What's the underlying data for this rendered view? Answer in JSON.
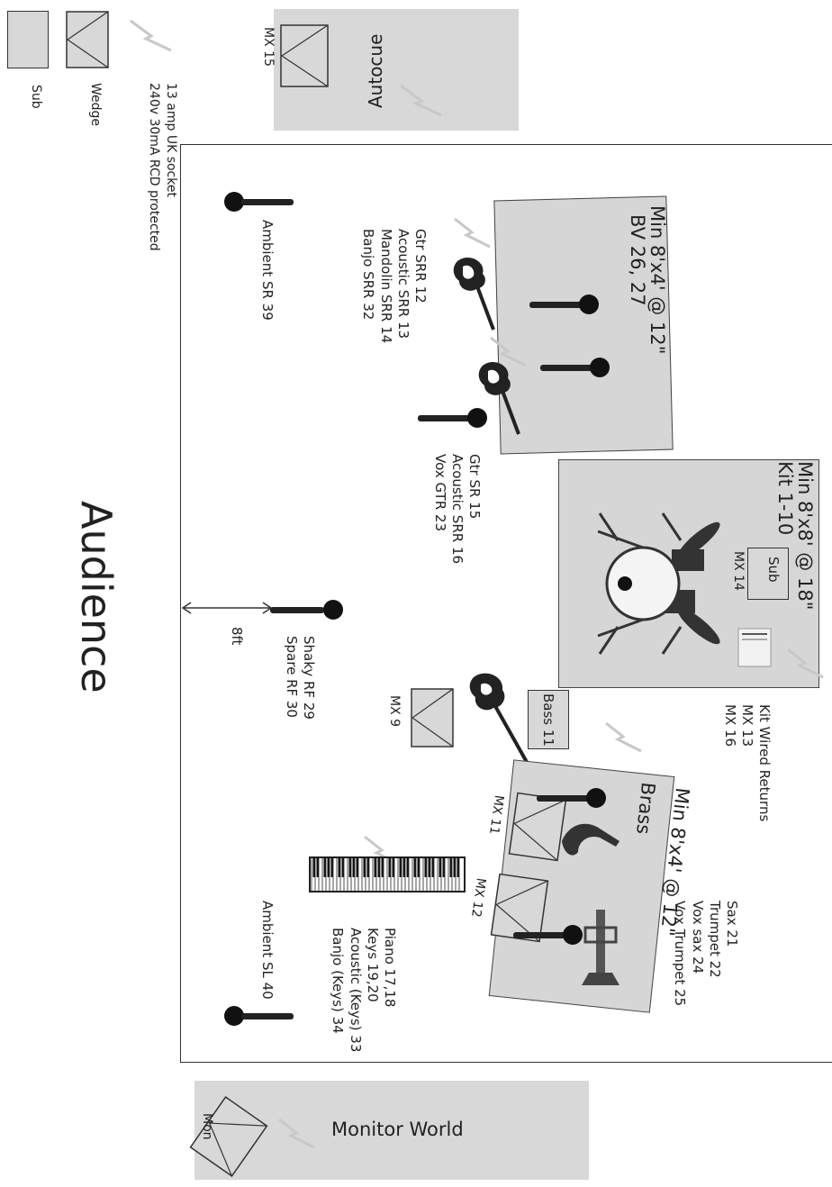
{
  "legend": {
    "sub_label": "Sub",
    "wedge_label": "Wedge",
    "power_line1": "13 amp UK socket",
    "power_line2": "240v 30mA RCD protected"
  },
  "autocue": {
    "title": "Autocue",
    "mx": "MX 15"
  },
  "audience": "Audience",
  "monitor_world": {
    "title": "Monitor World",
    "mon": "Mon"
  },
  "bv_riser": {
    "size": "Min 8'x4' @ 12\"",
    "label": "BV 26, 27"
  },
  "kit_riser": {
    "size": "Min 8'x8' @ 18\"",
    "label": "Kit 1-10",
    "sub": "Sub",
    "mx": "MX 14"
  },
  "brass_riser": {
    "size": "Min 8'x4' @ 12\"",
    "label": "Brass",
    "mx_left": "MX 11",
    "mx_right": "MX 12"
  },
  "labels": {
    "gtr_srr": "Gtr SRR 12\nAcoustic SRR 13\nMandolin SRR 14\nBanjo SRR 32",
    "gtr_sr": "Gtr SR 15\nAcoustic SRR 16\nVox GTR 23",
    "kit_returns": "Kit Wired Returns\nMX 13\nMX 16",
    "brass_list": "Sax 21\nTrumpet 22\nVox sax 24\nVox Trumpet 25",
    "keys_list": "Piano 17,18\nKeys 19,20\nAcoustic (Keys) 33\nBanjo (Keys) 34",
    "shaky": "Shaky RF 29\nSpare RF 30",
    "ambient_sr": "Ambient SR 39",
    "ambient_sl": "Ambient SL 40",
    "distance": "8ft",
    "bass": "Bass 11",
    "mx9": "MX 9"
  }
}
